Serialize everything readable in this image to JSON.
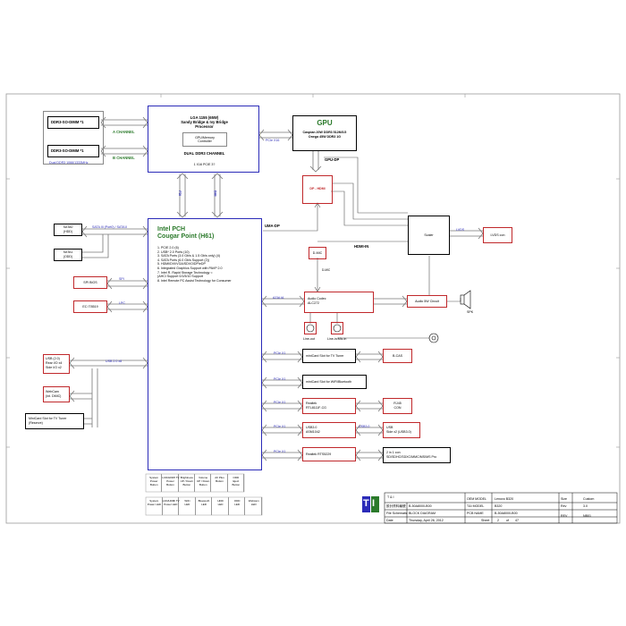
{
  "memory": {
    "dimm_a": "DDR3-SO-DIMM *1",
    "dimm_b": "DDR3-SO-DIMM *1",
    "channel_a": "A CHANNEL",
    "channel_b": "B CHANNEL",
    "dual_ddr3": "Dual DDR3 1066/1333MHz"
  },
  "cpu": {
    "line1": "LGA 1155 (65W)",
    "line2": "Sandy Bridge & Ivy Bridge",
    "line3": "Processor",
    "gpu_mem_ctrl_1": "GPU/Memory",
    "gpu_mem_ctrl_2": "Controller",
    "dual_channel": "DUAL DDR3 CHANNEL",
    "pcie_x16": "1 X16 PCIE 3?"
  },
  "gpu": {
    "title": "GPU",
    "line1": "Caspian 20W DDR3 512M/1G",
    "line2": "Onega 45W DDR3 1G",
    "pcie_x16": "PCIe X16",
    "gpu_dp": "GPU-DP"
  },
  "links": {
    "fdi": "FDI",
    "dmi": "DMI",
    "uma_dp": "UMA-DP",
    "hdmi_in": "HDMI-IN",
    "lvds": "LVDS",
    "sata": "SATA III (Port0) / SATA II",
    "spi": "SPI",
    "lpc": "LPC",
    "usb_ports": "USB 2.0 x8",
    "azalia": "AZALIA",
    "pcie_x1_1": "PCIe X1",
    "pcie_x1_2": "PCIe X1",
    "pcie_x1_3": "PCIe X1",
    "pcie_x1_4": "PCIe X1",
    "pcie_x1_5": "PCIe X1",
    "usb30": "USB3.0",
    "dmic": "D-MIC"
  },
  "pch": {
    "title1": "Intel PCH",
    "title2": "Cougar Point (H61)",
    "features": [
      "1. PCIE 2.0 (6)",
      "2. USB* 2.0 Ports (10)",
      "3. SATA Ports (3.0 Gb/s & 1.5 Gb/s only) (4)",
      "4. SATA Ports (6.0 Gb/s Support (2))",
      "5. HDMI/DVI/VGA/SDVO/DP/eDP",
      "6. Integrated Graphics Support with PAVP 2.0",
      "7. Intel R. Rapid Storage Technology =",
      "   (AHCI Support 0/1/5/10 Support",
      "8. Intel Remote PC Assist Technology for Consumer"
    ]
  },
  "left": {
    "sata0_1": "SATA0",
    "sata0_2": "(HDD)",
    "sata1_1": "SATA1",
    "sata1_2": "(ODD)",
    "spi_bios": "SPI BIOS",
    "ec": "EC IT8519",
    "usb_1": "USB (2.0)",
    "usb_2": "Rear I/O x4",
    "usb_3": "Side I/O x2",
    "webcam_1": "WebCam",
    "webcam_2": "(int. DMIC)",
    "minicard_1": "MiniCard Slot for TV Tuner",
    "minicard_2": "(Reserve)"
  },
  "video": {
    "dp_hdmi": "DP - HDMI",
    "scaler": "Scaler",
    "lvds_con": "LVDS con"
  },
  "audio": {
    "dmic_box": "D-MIC",
    "codec_1": "Audio Codec",
    "codec_2": "ALC272",
    "amp": "Audio 5W Circuit",
    "spk": "SPK",
    "line_out": "Line-out",
    "line_in": "Line-in/Mic-in"
  },
  "right": {
    "mini_tv": "miniCard Slot for TV Tuner",
    "bcas": "B-CAS",
    "mini_wifi": "miniCard Slot for WiFi/Bluetooth",
    "lan_1": "Realtek",
    "lan_2": "RTL8111F-CG",
    "rj45_1": "RJ45",
    "rj45_2": "CON",
    "usb3_1": "USB3.0",
    "usb3_2": "ASM1042",
    "usb_side_1": "USB",
    "usb_side_2": "Side x2 (USB3.0)",
    "card_ctrl": "Realtek RTS5229",
    "card_slot_1": "2 in 1 con",
    "card_slot_2": "SD/SDHC/SDXC/MMC/MS/MS Pro"
  },
  "bottom_cells": [
    [
      "System",
      "Power",
      "Button"
    ],
    [
      "LCD/HDMI TV",
      "Power",
      "Button"
    ],
    [
      "Brightness",
      "UP / Down",
      "Button"
    ],
    [
      "Volume",
      "UP / Down",
      "Button"
    ],
    [
      "AV Plus",
      "Button",
      ""
    ],
    [
      "ODD",
      "Eject",
      "Button"
    ],
    [
      "System",
      "Power LED",
      ""
    ],
    [
      "LCD/HDMI TV",
      "Power LED",
      ""
    ],
    [
      "WiFi",
      "LED",
      ""
    ],
    [
      "Bluetooth",
      "LED",
      ""
    ],
    [
      "HDD",
      "LED",
      ""
    ],
    [
      "ODD",
      "LED",
      ""
    ],
    [
      "Webcam",
      "LED",
      ""
    ]
  ],
  "title_block": {
    "company": "T & I",
    "r1_label": "設計資料編號",
    "r1_value": "B-50A8000-B00",
    "r2_label": "File Schematic",
    "r2_value": "BLOCK DIAGRAM",
    "r3_label": "Date",
    "r3_value": "Thursday, April 26, 2012",
    "oem_label": "OEM MODEL",
    "oem_value": "Lenovo B320",
    "ti_label": "T&I MODEL",
    "ti_value": "B320",
    "pcb_label": "PCB NAME",
    "pcb_value": "B-50A8000-B00",
    "sheet_label": "Sheet",
    "sheet_value": "2",
    "of_label": "of",
    "of_value": "47",
    "size_label": "Size",
    "size_value": "Custom",
    "rev_label": "Rev",
    "rev_value": "3.0",
    "rev2_label": "REV",
    "rev2_value": "NB01"
  },
  "colors": {
    "blue": "#2b2bb8",
    "red": "#c0282b",
    "green": "#2b7a2b"
  }
}
